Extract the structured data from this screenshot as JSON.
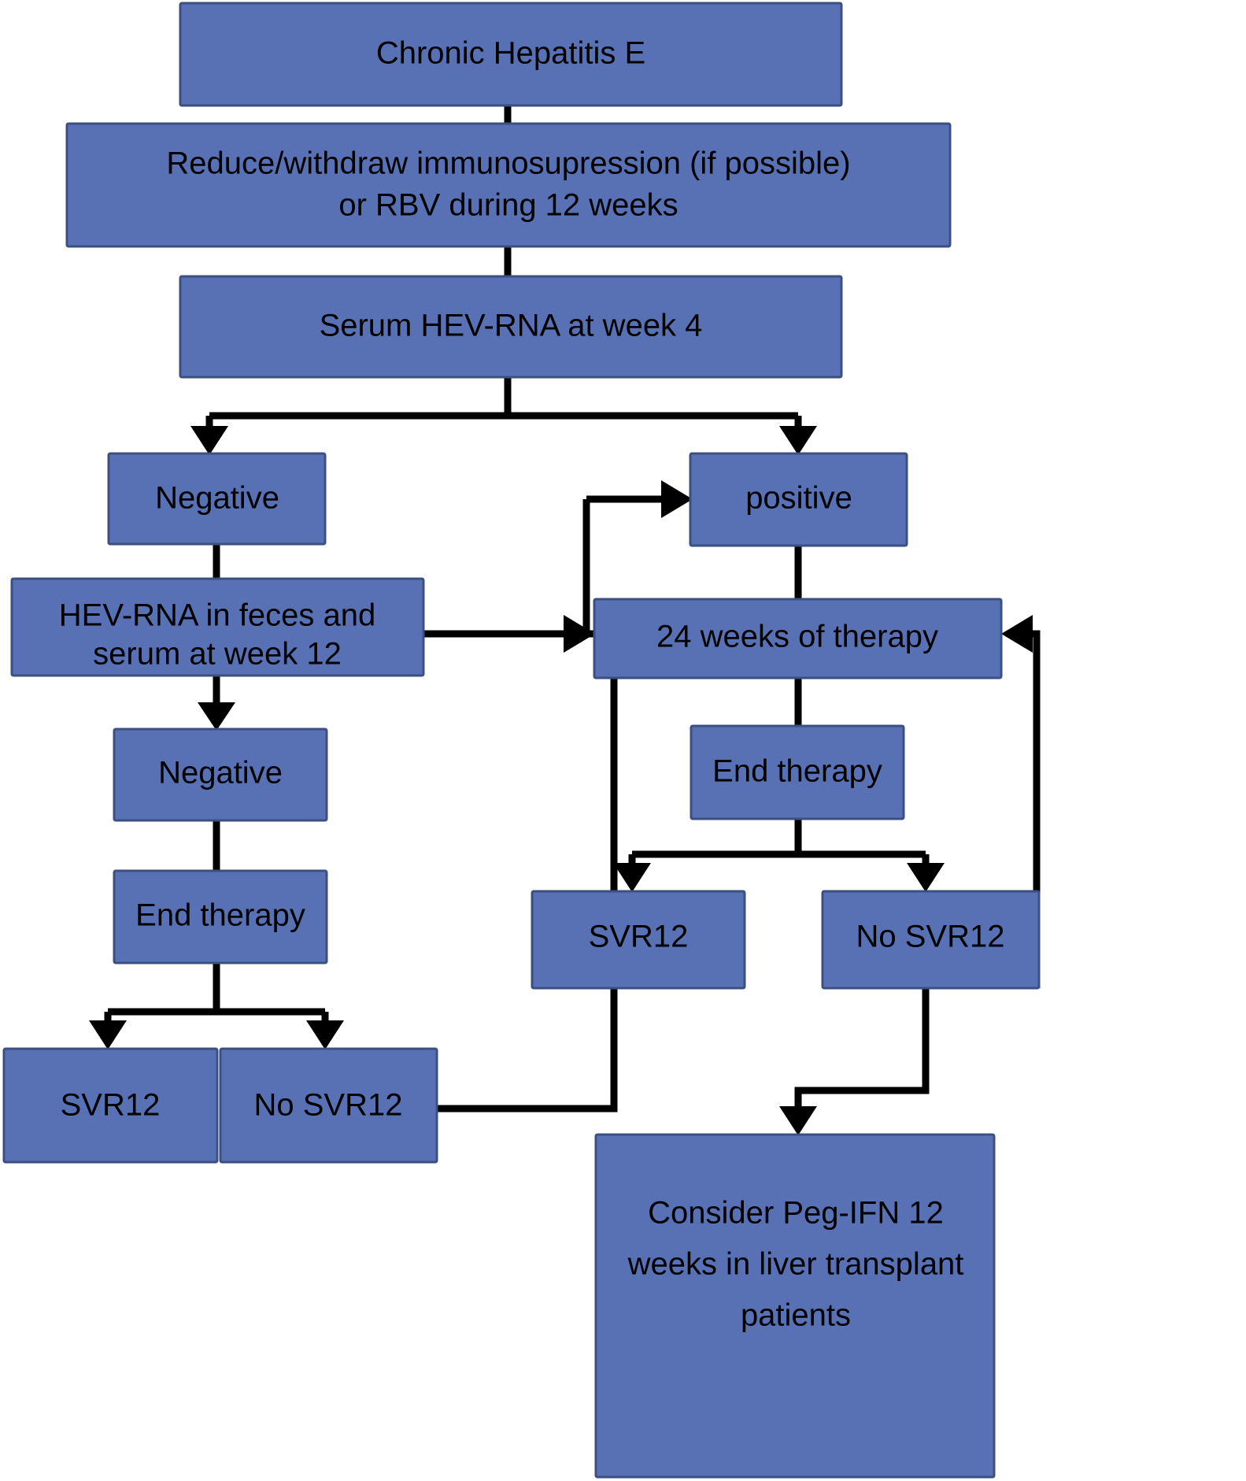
{
  "diagram": {
    "title": "Chronic Hepatitis E treatment algorithm",
    "palette": {
      "node_fill": "#5871b4",
      "node_stroke": "#3b4f82",
      "edge_color": "#000000",
      "background": "#ffffff",
      "text_color": "#000000"
    },
    "nodes": [
      {
        "id": "n1",
        "label": "Chronic Hepatitis E",
        "lines": [
          "Chronic Hepatitis E"
        ]
      },
      {
        "id": "n2",
        "label": "Reduce/withdraw immunosupression (if possible) or RBV during 12 weeks",
        "lines": [
          "Reduce/withdraw immunosupression (if possible)",
          "or RBV during 12 weeks"
        ]
      },
      {
        "id": "n3",
        "label": "Serum HEV-RNA at week 4",
        "lines": [
          "Serum HEV-RNA at week 4"
        ]
      },
      {
        "id": "n4",
        "label": "Negative",
        "lines": [
          "Negative"
        ]
      },
      {
        "id": "n5",
        "label": "positive",
        "lines": [
          "positive"
        ]
      },
      {
        "id": "n6",
        "label": "HEV-RNA in feces and serum at week 12",
        "lines": [
          "HEV-RNA in feces and",
          "serum at week 12"
        ]
      },
      {
        "id": "n7",
        "label": "24 weeks of therapy",
        "lines": [
          "24 weeks of therapy"
        ]
      },
      {
        "id": "n8",
        "label": "Negative",
        "lines": [
          "Negative"
        ]
      },
      {
        "id": "n9",
        "label": "End therapy",
        "lines": [
          "End therapy"
        ]
      },
      {
        "id": "n10",
        "label": "End therapy",
        "lines": [
          "End therapy"
        ]
      },
      {
        "id": "n11",
        "label": "SVR12",
        "lines": [
          "SVR12"
        ]
      },
      {
        "id": "n12",
        "label": "No SVR12",
        "lines": [
          "No SVR12"
        ]
      },
      {
        "id": "n13",
        "label": "SVR12",
        "lines": [
          "SVR12"
        ]
      },
      {
        "id": "n14",
        "label": "No SVR12",
        "lines": [
          "No SVR12"
        ]
      },
      {
        "id": "n15",
        "label": "Consider Peg-IFN 12 weeks in liver transplant patients",
        "lines": [
          "Consider Peg-IFN 12",
          "weeks in liver transplant",
          "patients"
        ]
      }
    ],
    "edges": [
      {
        "from": "n1",
        "to": "n2",
        "arrow": false
      },
      {
        "from": "n2",
        "to": "n3",
        "arrow": false
      },
      {
        "from": "n3",
        "to": "n4",
        "arrow": true
      },
      {
        "from": "n3",
        "to": "n5",
        "arrow": true
      },
      {
        "from": "n4",
        "to": "n6",
        "arrow": false
      },
      {
        "from": "n5",
        "to": "n7",
        "arrow": false
      },
      {
        "from": "n6",
        "to": "n5",
        "arrow": true
      },
      {
        "from": "n6",
        "to": "n7",
        "arrow": true
      },
      {
        "from": "n6",
        "to": "n8",
        "arrow": true
      },
      {
        "from": "n8",
        "to": "n9",
        "arrow": false
      },
      {
        "from": "n9",
        "to": "n11",
        "arrow": true
      },
      {
        "from": "n9",
        "to": "n12",
        "arrow": true
      },
      {
        "from": "n12",
        "to": "n7",
        "arrow": true
      },
      {
        "from": "n7",
        "to": "n10",
        "arrow": false
      },
      {
        "from": "n10",
        "to": "n13",
        "arrow": true
      },
      {
        "from": "n10",
        "to": "n14",
        "arrow": true
      },
      {
        "from": "n14",
        "to": "n7",
        "arrow": true
      },
      {
        "from": "n14",
        "to": "n15",
        "arrow": true
      }
    ]
  }
}
